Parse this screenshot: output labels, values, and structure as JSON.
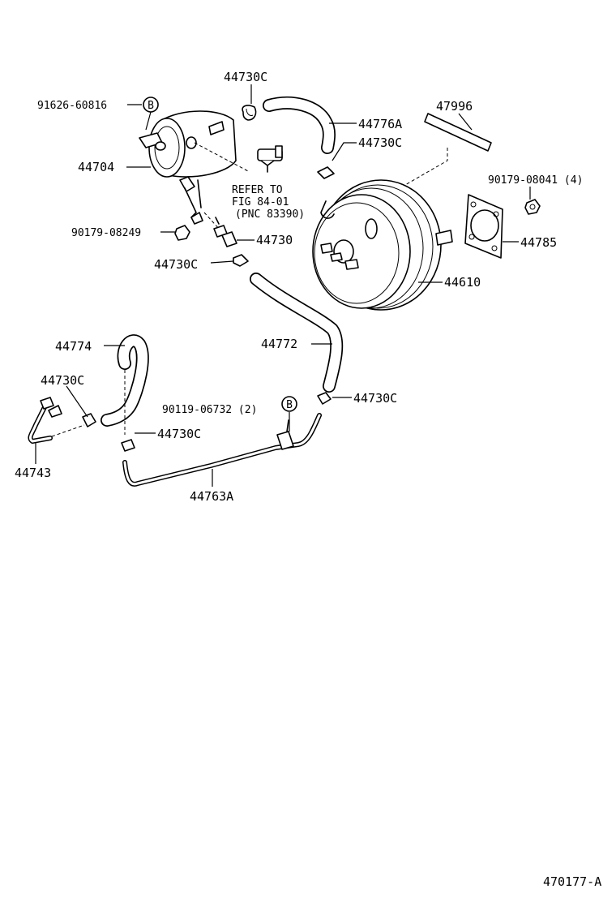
{
  "parts": {
    "p44730C_top": "44730C",
    "p91626": "91626-60816",
    "b_marker_1": "B",
    "p44704": "44704",
    "p44776A": "44776A",
    "p44730C_right": "44730C",
    "p47996": "47996",
    "refer_line1": "REFER TO",
    "refer_line2": "FIG 84-01",
    "refer_line3": "(PNC 83390)",
    "p90179_08041": "90179-08041 (4)",
    "p90179_08249": "90179-08249",
    "p44730": "44730",
    "p44785": "44785",
    "p44730C_left": "44730C",
    "p44610": "44610",
    "p44774": "44774",
    "p44772": "44772",
    "p44730C_side": "44730C",
    "p90119": "90119-06732 (2)",
    "b_marker_2": "B",
    "p44730C_lowright": "44730C",
    "p44730C_low": "44730C",
    "p44743": "44743",
    "p44763A": "44763A"
  },
  "figure_code": "470177-A",
  "colors": {
    "line": "#000000",
    "background": "#ffffff"
  }
}
